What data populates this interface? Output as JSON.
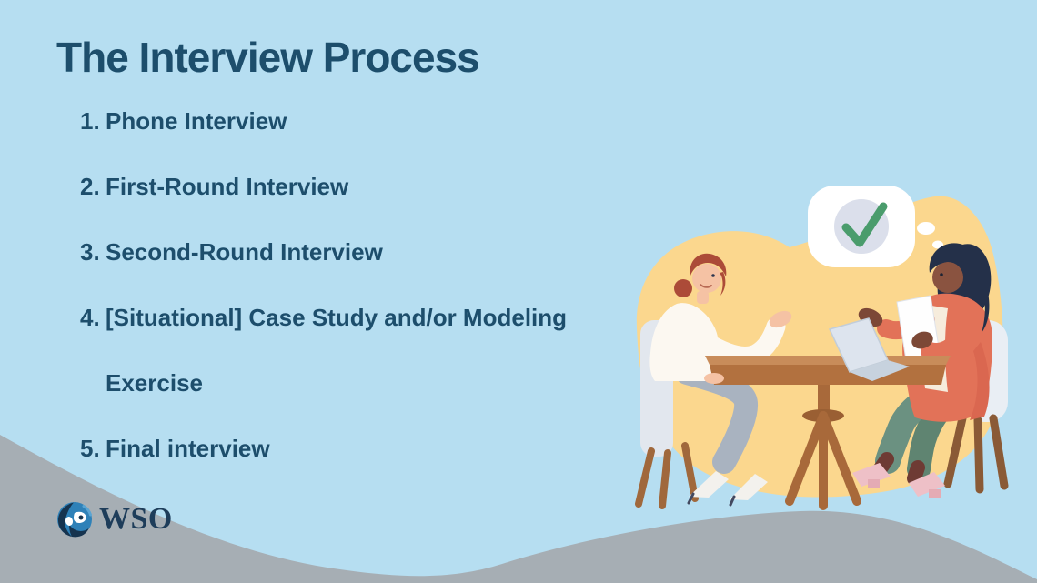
{
  "theme": {
    "bg": "#b6def1",
    "text": "#1d4e6c",
    "wave": "#a6aeb4",
    "blob": "#fbd78e",
    "bubble": "#ffffff",
    "bubble_circle": "#dbdfeb",
    "check": "#4a9c6c",
    "logo_navy": "#1e3d5a",
    "logo_blue": "#2e81b8"
  },
  "slide": {
    "title": "The Interview Process",
    "steps": [
      {
        "number": "1.",
        "label": "Phone Interview"
      },
      {
        "number": "2.",
        "label": "First-Round Interview"
      },
      {
        "number": "3.",
        "label": "Second-Round Interview"
      },
      {
        "number": "4.",
        "label": "[Situational] Case Study and/or Modeling Exercise"
      },
      {
        "number": "5.",
        "label": "Final interview"
      }
    ],
    "logo": {
      "text": "WSO"
    },
    "illustration": {
      "alt": "Two women talking across a wooden table with a laptop; a thought bubble above shows a green checkmark"
    }
  }
}
